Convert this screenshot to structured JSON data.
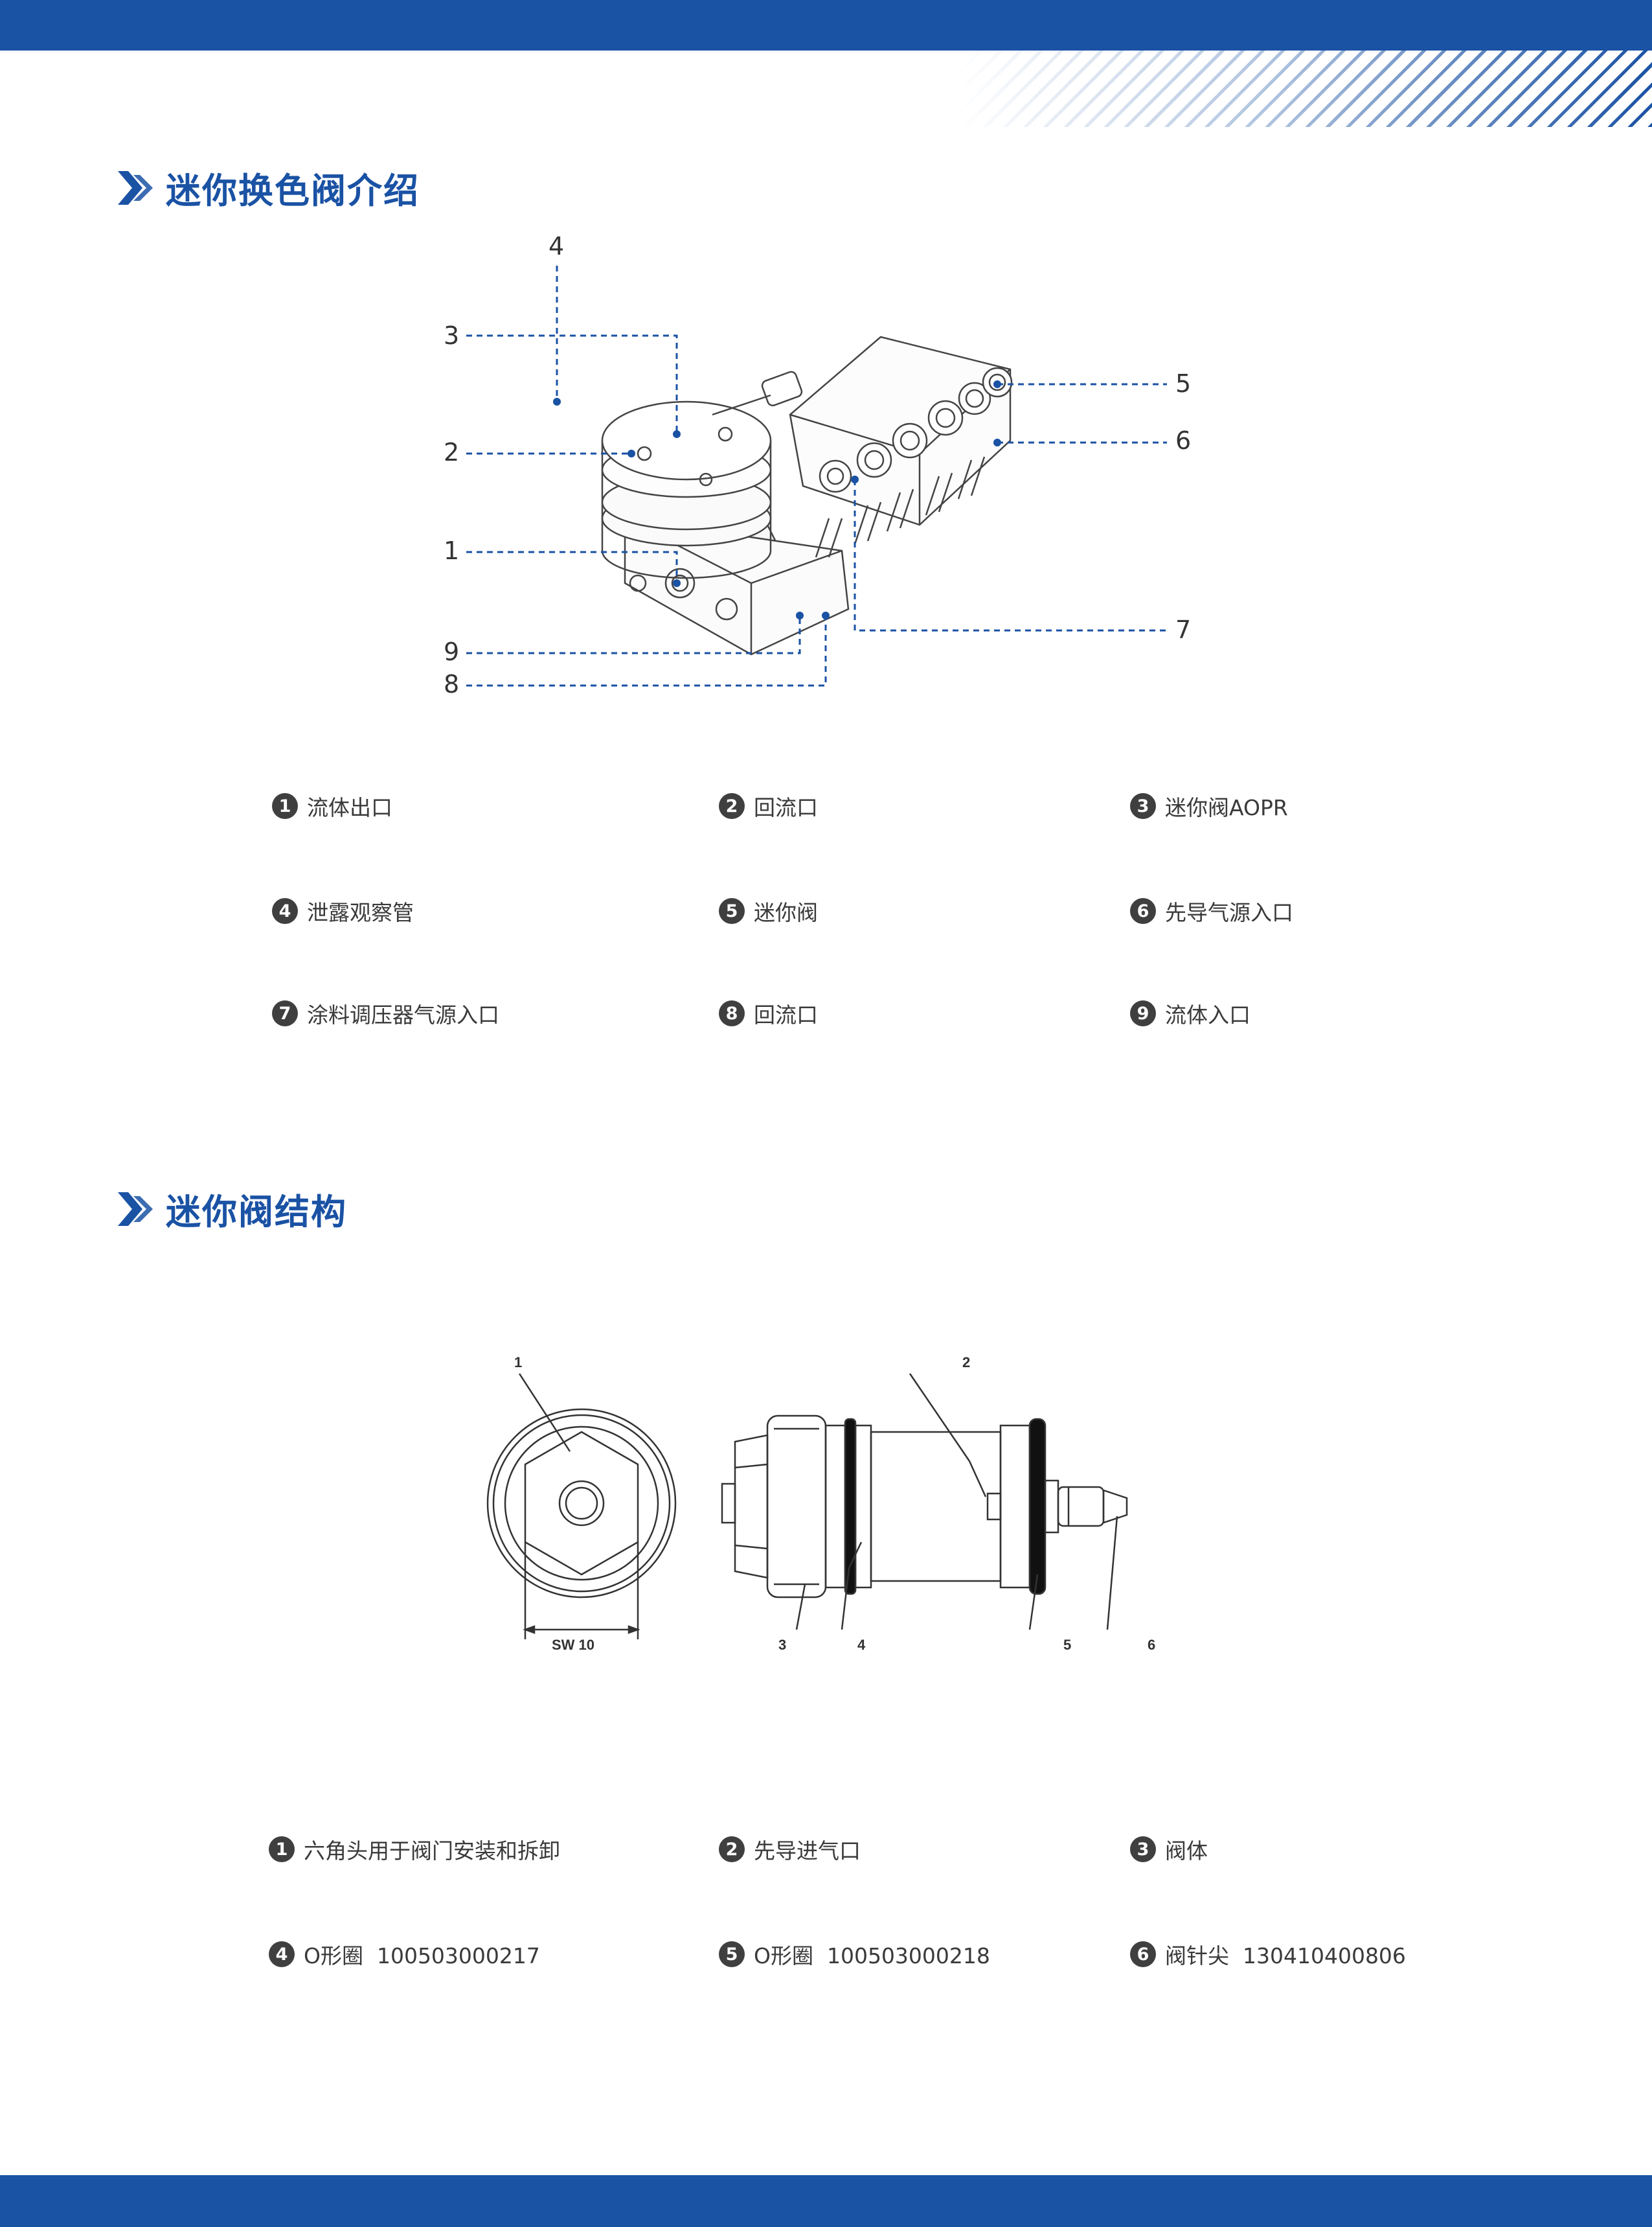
{
  "colors": {
    "brand": "#1a52a4",
    "text": "#3a3a3a",
    "badge": "#3f3f3f"
  },
  "section1": {
    "title": "迷你换色阀介绍",
    "callouts": [
      "1",
      "2",
      "3",
      "4",
      "5",
      "6",
      "7",
      "8",
      "9"
    ],
    "items": [
      {
        "num": "1",
        "label": "流体出口"
      },
      {
        "num": "2",
        "label": "回流口"
      },
      {
        "num": "3",
        "label": "迷你阀AOPR"
      },
      {
        "num": "4",
        "label": "泄露观察管"
      },
      {
        "num": "5",
        "label": "迷你阀"
      },
      {
        "num": "6",
        "label": "先导气源入口"
      },
      {
        "num": "7",
        "label": "涂料调压器气源入口"
      },
      {
        "num": "8",
        "label": "回流口"
      },
      {
        "num": "9",
        "label": "流体入口"
      }
    ]
  },
  "section2": {
    "title": "迷你阀结构",
    "drawing_labels": [
      "1",
      "2",
      "3",
      "4",
      "5",
      "6"
    ],
    "dimension_label": "SW 10",
    "items": [
      {
        "num": "1",
        "label": "六角头用于阀门安装和拆卸"
      },
      {
        "num": "2",
        "label": "先导进气口"
      },
      {
        "num": "3",
        "label": "阀体"
      },
      {
        "num": "4",
        "label": "O形圈  100503000217"
      },
      {
        "num": "5",
        "label": "O形圈  100503000218"
      },
      {
        "num": "6",
        "label": "阀针尖  130410400806"
      }
    ]
  }
}
